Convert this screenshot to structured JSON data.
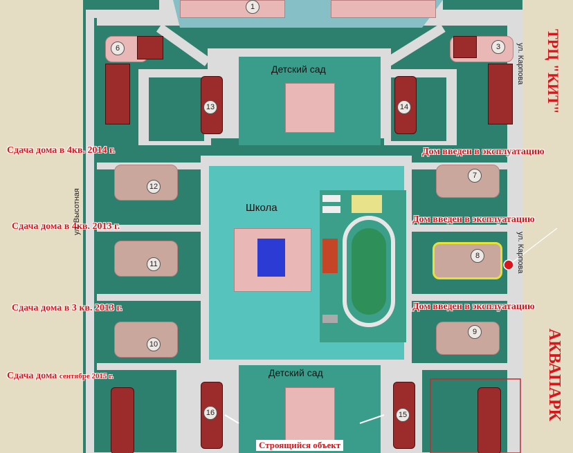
{
  "labels": {
    "kindergarten_top": "Детский сад",
    "kindergarten_bottom": "Детский сад",
    "school": "Школа",
    "status_12": "Сдача дома в 4кв. 2014 г.",
    "status_11": "Сдача дома в 4кв. 2013 г.",
    "status_10": "Сдача дома в 3 кв. 2013 г.",
    "status_sep_prefix": "Сдача дома",
    "status_sep_suffix": "сентябре 2015 г.",
    "status_7": "Дом введен в эксплуатацию",
    "status_8": "Дом введен в эксплуатацию",
    "status_9": "Дом введен в эксплуатацию",
    "construction": "Строящийся объект",
    "street_vysotnaya": "ул. Высотная",
    "street_karpova_top": "ул. Карпова",
    "street_karpova_mid": "ул. Карпова",
    "trc": "ТРЦ \"КИТ\"",
    "aquapark": "АКВАПАРК"
  },
  "buildings": [
    "1",
    "3",
    "6",
    "7",
    "8",
    "9",
    "10",
    "11",
    "12",
    "13",
    "14",
    "15",
    "16"
  ],
  "colors": {
    "water": "#2d7f6e",
    "roads": "#dcdcdc",
    "status_text": "#d8161b",
    "highlight": "#e6e233"
  }
}
